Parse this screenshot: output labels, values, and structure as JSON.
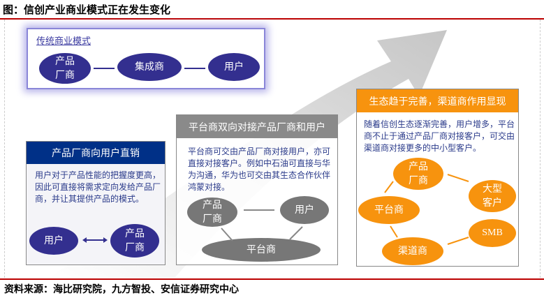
{
  "title": "图：信创产业商业模式正在发生变化",
  "footer": "资料来源：海比研究院，九方智投、安信证券研究中心",
  "traditional": {
    "label": "传统商业模式",
    "nodes": [
      "产品\n厂商",
      "集成商",
      "用户"
    ]
  },
  "direct": {
    "header": "产品厂商向用户直销",
    "text": "用户对于产品性能的把握度更高，因此可直接将需求定向发给产品厂商，并让其提供产品的模式。",
    "nodes": [
      "用户",
      "产品\n厂商"
    ]
  },
  "platform": {
    "header": "平台商双向对接产品厂商和用户",
    "text": "平台商可交由产品厂商对接用户，亦可直接对接客户。例如中石油可直接与华为沟通，华为也可交由其生态合作伙伴鸿蒙对接。",
    "nodes": [
      "产品\n厂商",
      "用户",
      "平台商"
    ]
  },
  "ecosystem": {
    "header": "生态趋于完善，渠道商作用显现",
    "text": "随着信创生态逐渐完善，用户增多，平台商不止于通过产品厂商对接客户，可交由渠道商对接更多的中小型客户。",
    "nodes": [
      "产品\n厂商",
      "大型\n客户",
      "平台商",
      "SMB",
      "渠道商"
    ]
  },
  "colors": {
    "blue": "#332f8f",
    "navy": "#003087",
    "gray": "#777777",
    "orange": "#f7930e",
    "red": "#bb0000"
  }
}
